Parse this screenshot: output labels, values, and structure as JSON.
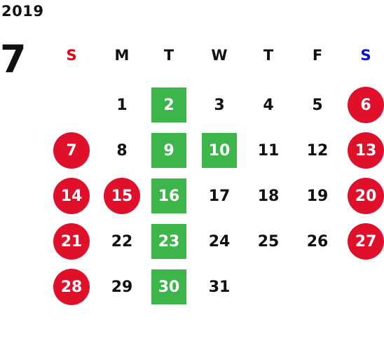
{
  "year": "2019",
  "month": "7",
  "colors": {
    "sunday_header": "#e60012",
    "saturday_header": "#0016d9",
    "holiday": "#e0102a",
    "marked": "#3cb54a",
    "text": "#111111"
  },
  "weekdays": [
    "S",
    "M",
    "T",
    "W",
    "T",
    "F",
    "S"
  ],
  "weeks": [
    [
      {
        "d": ""
      },
      {
        "d": "1"
      },
      {
        "d": "2",
        "style": "marked"
      },
      {
        "d": "3"
      },
      {
        "d": "4"
      },
      {
        "d": "5"
      },
      {
        "d": "6",
        "style": "holiday"
      }
    ],
    [
      {
        "d": "7",
        "style": "holiday"
      },
      {
        "d": "8"
      },
      {
        "d": "9",
        "style": "marked"
      },
      {
        "d": "10",
        "style": "marked"
      },
      {
        "d": "11"
      },
      {
        "d": "12"
      },
      {
        "d": "13",
        "style": "holiday"
      }
    ],
    [
      {
        "d": "14",
        "style": "holiday"
      },
      {
        "d": "15",
        "style": "holiday"
      },
      {
        "d": "16",
        "style": "marked"
      },
      {
        "d": "17"
      },
      {
        "d": "18"
      },
      {
        "d": "19"
      },
      {
        "d": "20",
        "style": "holiday"
      }
    ],
    [
      {
        "d": "21",
        "style": "holiday"
      },
      {
        "d": "22"
      },
      {
        "d": "23",
        "style": "marked"
      },
      {
        "d": "24"
      },
      {
        "d": "25"
      },
      {
        "d": "26"
      },
      {
        "d": "27",
        "style": "holiday"
      }
    ],
    [
      {
        "d": "28",
        "style": "holiday"
      },
      {
        "d": "29"
      },
      {
        "d": "30",
        "style": "marked"
      },
      {
        "d": "31"
      },
      {
        "d": ""
      },
      {
        "d": ""
      },
      {
        "d": ""
      }
    ]
  ]
}
